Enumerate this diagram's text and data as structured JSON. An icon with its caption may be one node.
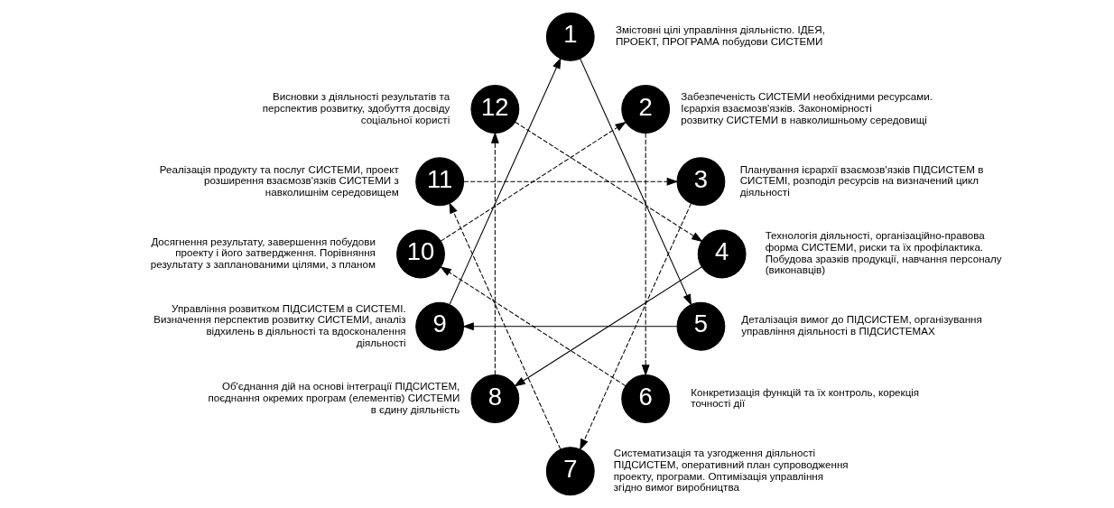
{
  "diagram": {
    "nodes": [
      {
        "text": [
          "1"
        ],
        "beside": [
          "Змістовні цілі управління діяльністю. ІДЕЯ, ПРОЕКТ, ПРОГРАМА побудови СИСТЕМИ"
        ]
      },
      {
        "text": [
          "2"
        ],
        "beside": [
          "Забезпеченість СИСТЕМИ необхідними ресурсами. Ієрархія взаємозв'язків. Закономірності розвитку СИСТЕМИ в навколишньому середовищі"
        ]
      },
      {
        "text": [
          "3"
        ],
        "beside": [
          "Планування ієрархії взаємозв'язків ПІДСИСТЕМ в СИСТЕМІ, розподіл ресурсів на визначений цикл діяльності"
        ]
      },
      {
        "text": [
          "4"
        ],
        "beside": [
          "Технологія діяльності, організаційно-правова форма СИСТЕМИ, риски та їх профілактика. Побудова зразків продукції, навчання персоналу (виконавців)"
        ]
      },
      {
        "text": [
          "5"
        ],
        "beside": [
          "Деталізація вимог до ПІДСИСТЕМ, організування управління діяльності в ПІДСИСТЕМАХ"
        ]
      },
      {
        "text": [
          "6"
        ],
        "beside": [
          "Конкретизація функцій та їх контроль, корекція точності дії"
        ]
      },
      {
        "text": [
          "7"
        ],
        "beside": [
          "Систематизація та узгодження діяльності ПІДСИСТЕМ, оперативний план супроводження проекту, програми. Оптимізація управління згідно вимог виробництва"
        ]
      },
      {
        "text": [
          "8"
        ],
        "beside": [
          "Об'єднання дій на основі інтеграції ПІДСИСТЕМ, поєднання окремих програм (елементів) СИСТЕМИ в єдину діяльність"
        ]
      },
      {
        "text": [
          "9"
        ],
        "beside": [
          "Управління розвитком ПІДСИСТЕМ в СИСТЕМІ. Визначення перспектив розвитку СИСТЕМИ, аналіз відхилень в діяльності та вдосконалення діяльності"
        ]
      },
      {
        "text": [
          "10"
        ],
        "beside": [
          "Досягнення результату, завершення побудови проекту і його затвердження. Порівняння результату з запланованими цілями, з планом"
        ]
      },
      {
        "text": [
          "11"
        ],
        "beside": [
          "Реалізація продукту та послуг СИСТЕМИ, проект розширення взаємозв'язків СИСТЕМИ з навколишнім середовищем"
        ]
      },
      {
        "text": [
          "12"
        ],
        "beside": [
          "Висновки з діяльності результатів та перспектив розвитку, здобуття досвіду соціальної користі"
        ]
      }
    ],
    "edges": [
      {
        "from": 0,
        "to": 4,
        "arrow": "to"
      },
      {
        "from": 4,
        "to": 8,
        "arrow": "to"
      },
      {
        "from": 8,
        "to": 0,
        "arrow": "to"
      },
      {
        "from": 1,
        "to": 5,
        "arrow": "to",
        "style": "dashed"
      },
      {
        "from": 5,
        "to": 9,
        "arrow": "to",
        "style": "dashed"
      },
      {
        "from": 9,
        "to": 1,
        "arrow": "to",
        "style": "dashed"
      },
      {
        "from": 2,
        "to": 6,
        "arrow": "to",
        "style": "dashed"
      },
      {
        "from": 6,
        "to": 10,
        "arrow": "to",
        "style": "dashed"
      },
      {
        "from": 10,
        "to": 2,
        "arrow": "to",
        "style": "dashed"
      },
      {
        "from": 11,
        "to": 3,
        "arrow": "to",
        "style": "dashed"
      },
      {
        "from": 3,
        "to": 7,
        "arrow": "to"
      },
      {
        "from": 7,
        "to": 11,
        "arrow": "to",
        "style": "dashed"
      }
    ]
  }
}
